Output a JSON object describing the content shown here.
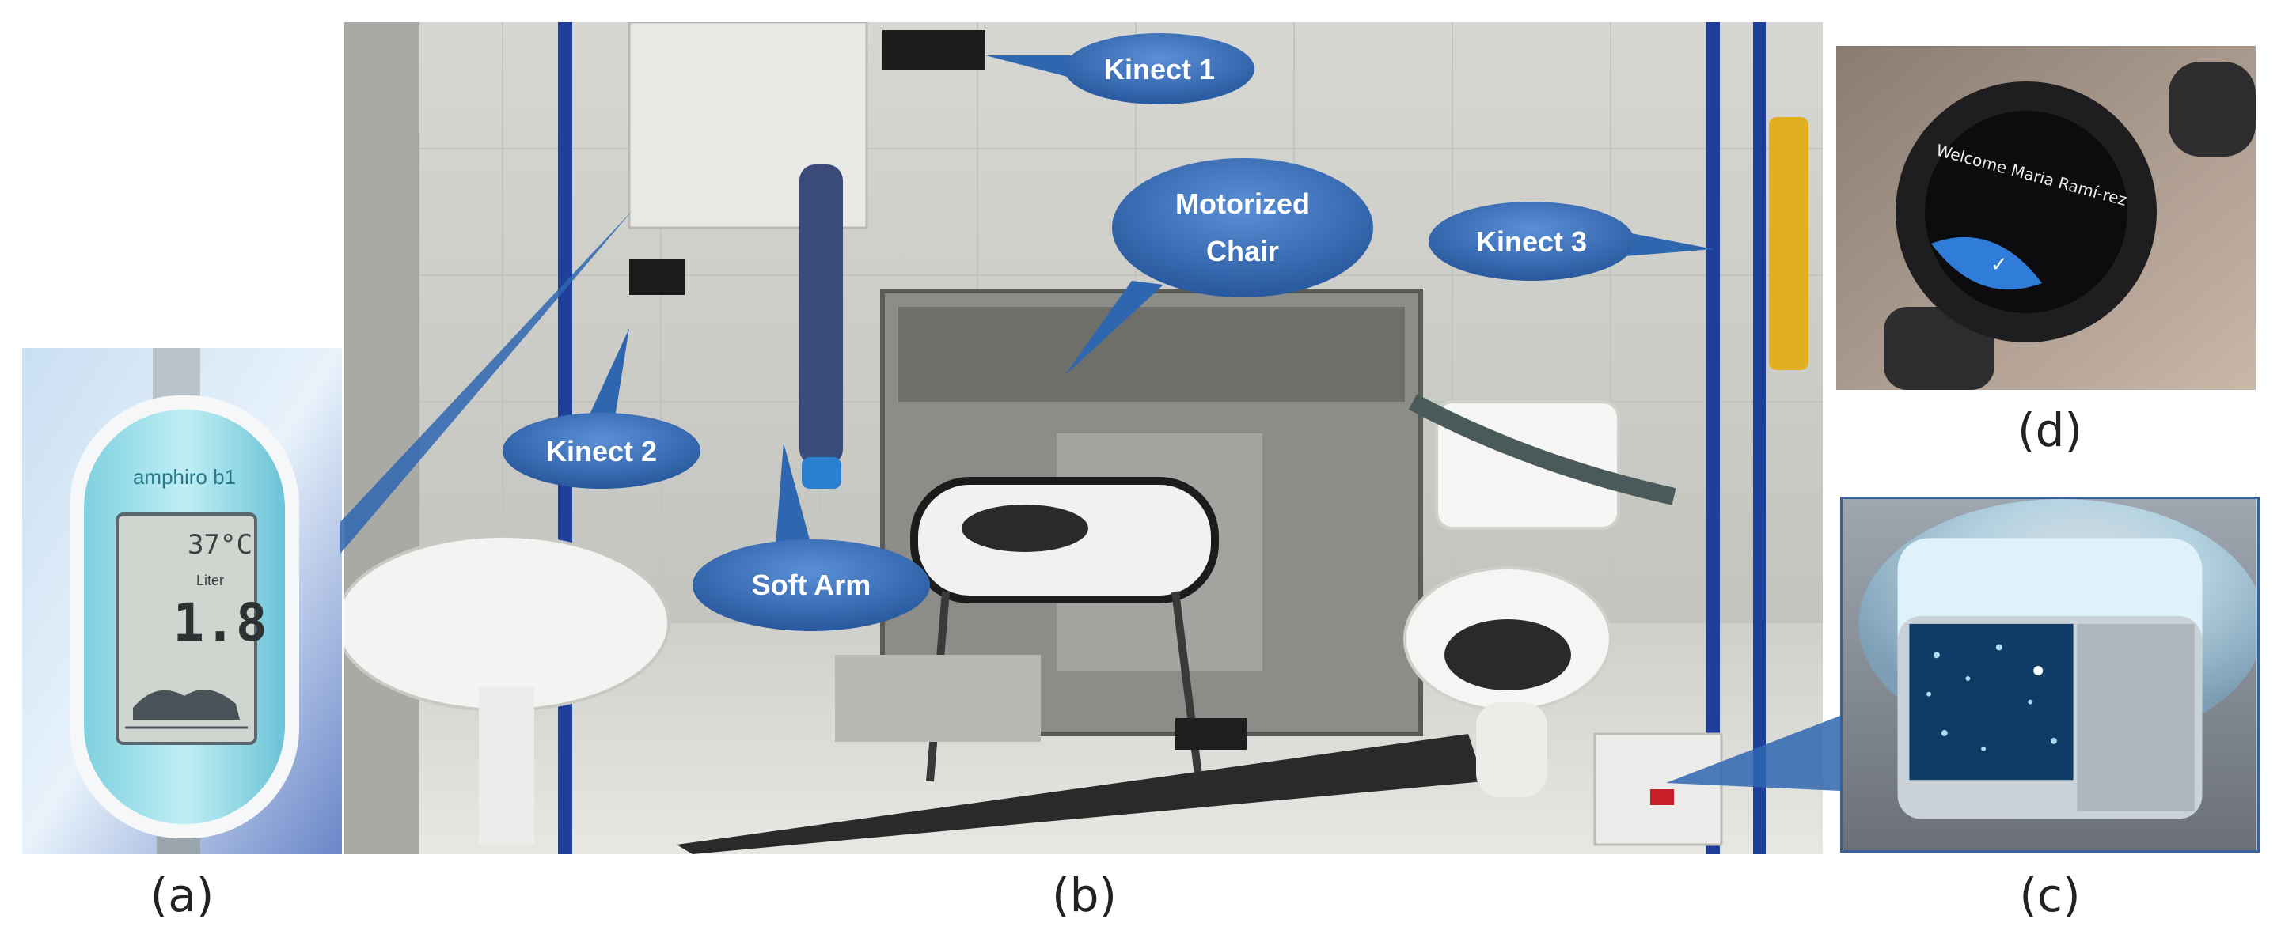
{
  "panels": {
    "a": {
      "caption": "(a)",
      "device_brand": "amphiro b1",
      "temperature": "37°C",
      "volume": "1.8",
      "unit": "Liter"
    },
    "b": {
      "caption": "(b)"
    },
    "c": {
      "caption": "(c)"
    },
    "d": {
      "caption": "(d)",
      "watch_text": "Welcome Maria Ramí-rez"
    }
  },
  "callouts": {
    "kinect1": "Kinect 1",
    "kinect2": "Kinect 2",
    "kinect3": "Kinect 3",
    "chair_line1": "Motorized",
    "chair_line2": "Chair",
    "softarm": "Soft Arm"
  },
  "colors": {
    "callout_fill": "#2e66b0",
    "callout_light": "#5a8fd6",
    "panel_border": "#3a5f9a"
  }
}
